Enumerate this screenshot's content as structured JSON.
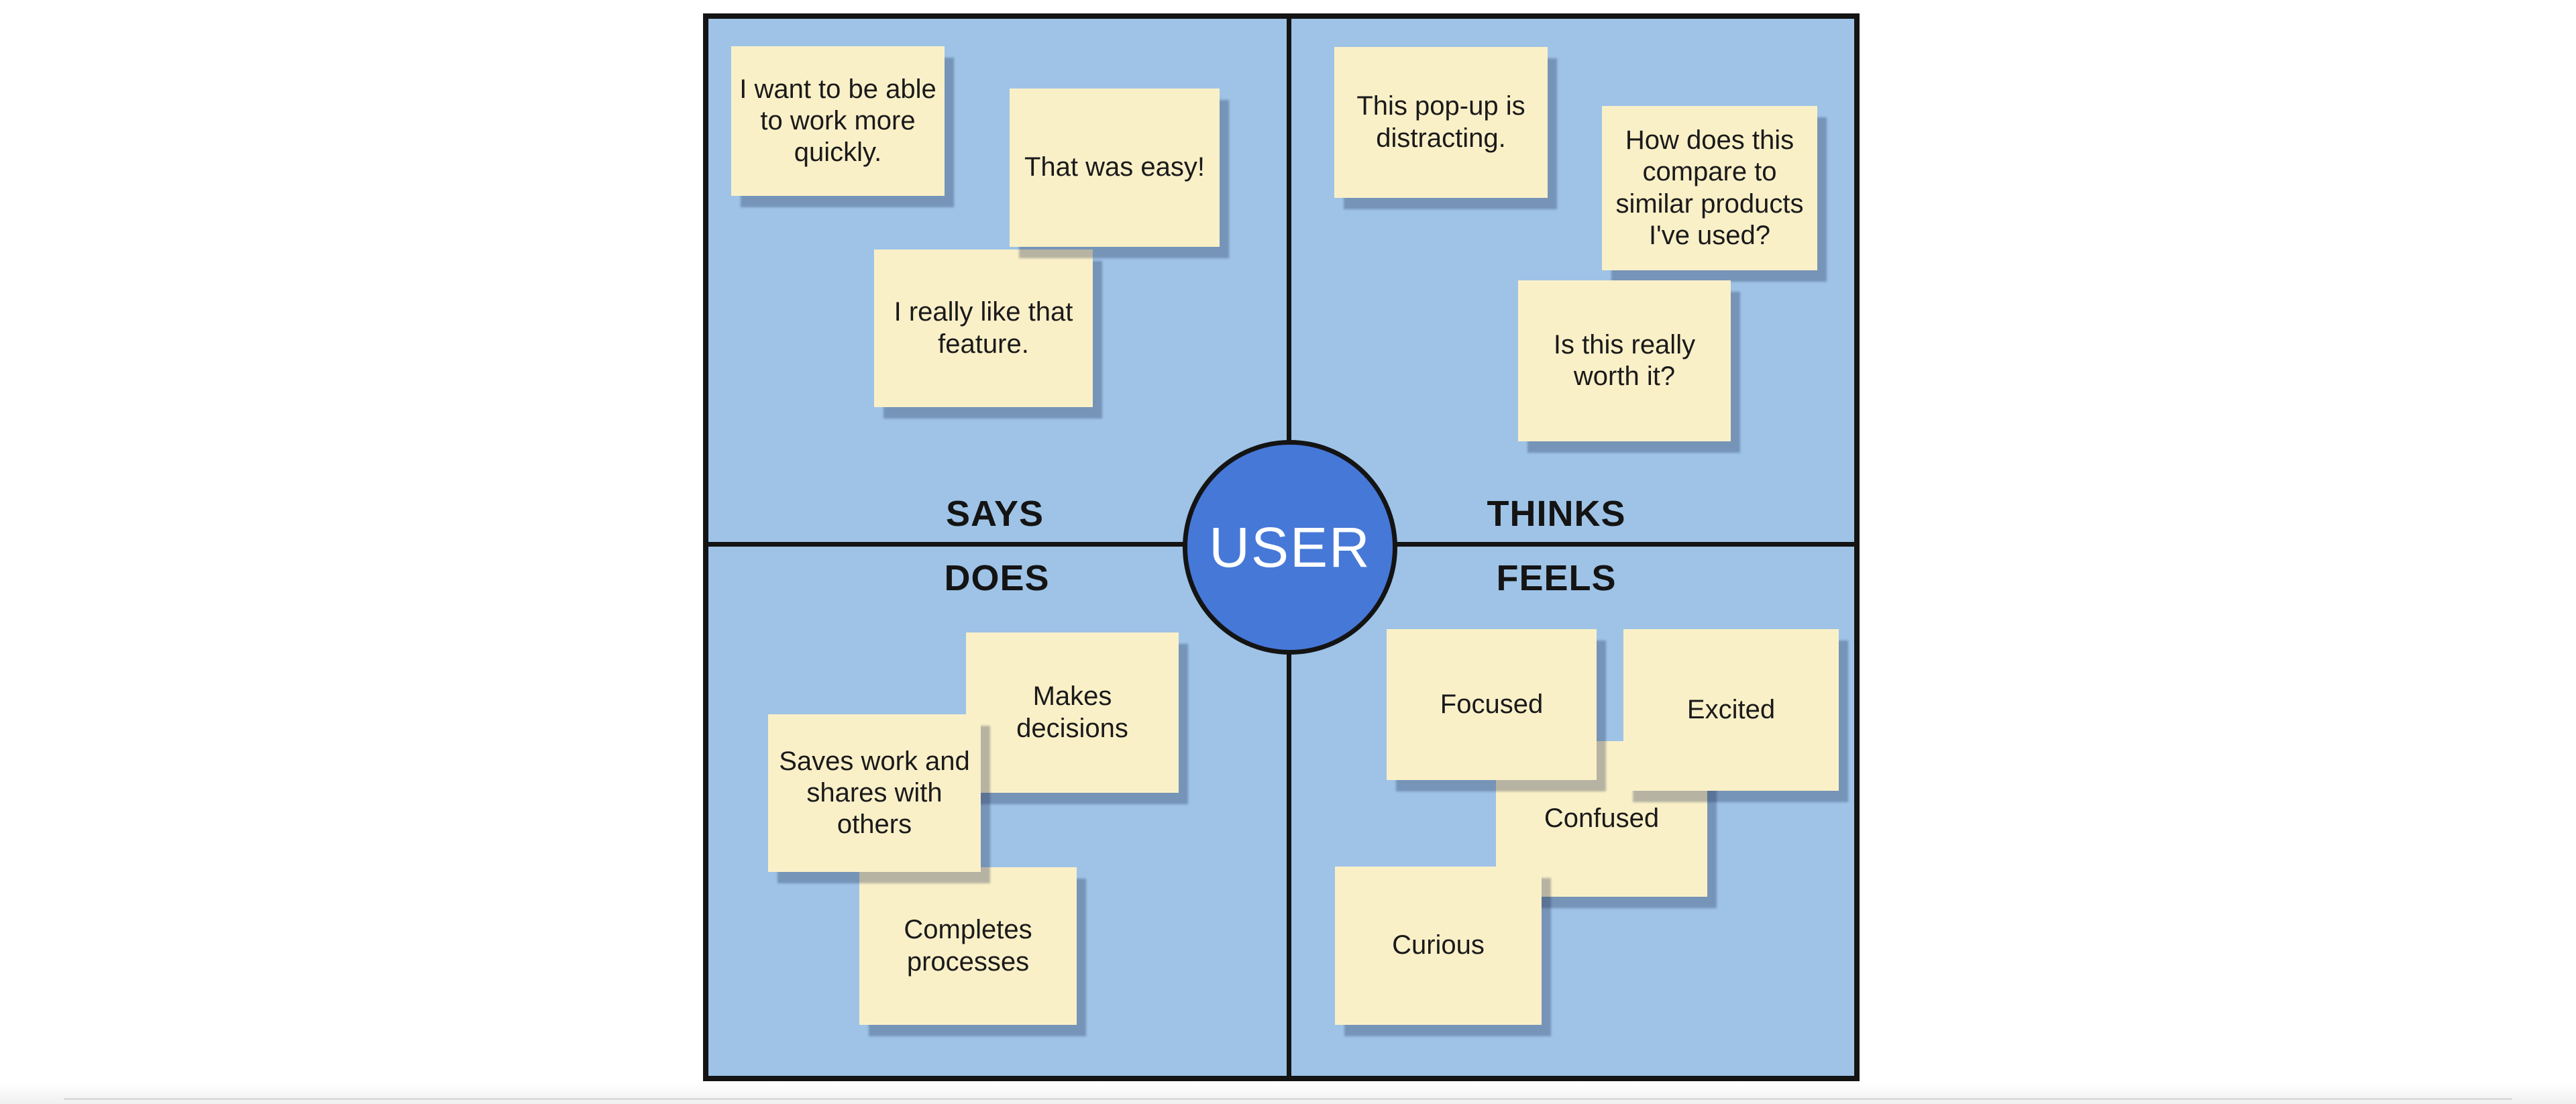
{
  "board": {
    "center_label": "USER",
    "quadrants": {
      "says": {
        "label": "SAYS",
        "notes": [
          "I want to be able\nto work more\nquickly.",
          "That was easy!",
          "I really like that\nfeature."
        ]
      },
      "thinks": {
        "label": "THINKS",
        "notes": [
          "This pop-up is\ndistracting.",
          "How does this\ncompare to\nsimilar products\nI've used?",
          "Is this really\nworth it?"
        ]
      },
      "does": {
        "label": "DOES",
        "notes": [
          "Makes\ndecisions",
          "Saves work and\nshares with\nothers",
          "Completes\nprocesses"
        ]
      },
      "feels": {
        "label": "FEELS",
        "notes": [
          "Focused",
          "Excited",
          "Confused",
          "Curious"
        ]
      }
    }
  },
  "colors": {
    "board_background": "#9EC3E6",
    "note_background": "#FAF0C8",
    "circle_fill": "#4678D8",
    "line_color": "#141414",
    "note_text": "#1A1A1A",
    "center_text": "#FFFFFF"
  }
}
